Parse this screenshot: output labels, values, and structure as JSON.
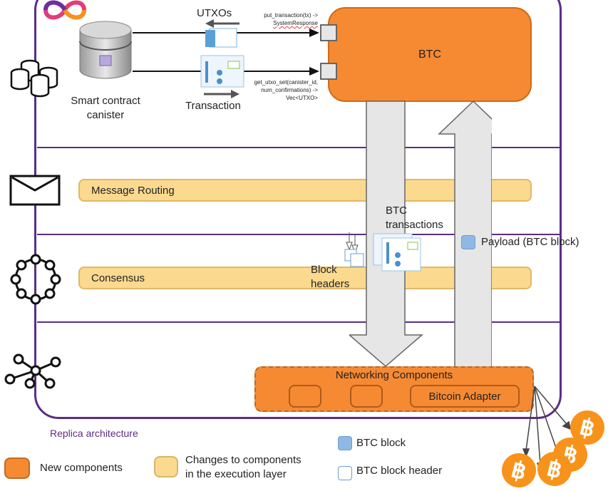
{
  "diagram": {
    "caption": "Replica architecture",
    "canister_label": [
      "Smart contract",
      "canister"
    ],
    "utxos_label": "UTXOs",
    "transaction_label": "Transaction",
    "put_tx_call": [
      "put_transaction(tx) ->",
      "SystemResponse"
    ],
    "get_utxo_call": [
      "get_utxo_set(canister_id,",
      "num_confirmations) ->",
      "Vec<UTXO>"
    ],
    "btc_component": "BTC",
    "message_routing": "Message Routing",
    "consensus": "Consensus",
    "btc_transactions": [
      "BTC",
      "transactions"
    ],
    "block_headers": [
      "Block",
      "headers"
    ],
    "payload_label": "Payload (BTC block)",
    "networking_components": "Networking Components",
    "bitcoin_adapter": "Bitcoin Adapter",
    "bitcoin_symbol": "฿"
  },
  "legend": {
    "new_components": "New components",
    "changes_to_components": [
      "Changes to components",
      "in the execution layer"
    ],
    "btc_block": "BTC block",
    "btc_block_header": "BTC block header"
  },
  "colors": {
    "frame": "#5b2d86",
    "new_component": "#f58a33",
    "changed_component": "#fbd98f",
    "btc_block": "#8fb9e3",
    "bitcoin": "#f7931a"
  }
}
